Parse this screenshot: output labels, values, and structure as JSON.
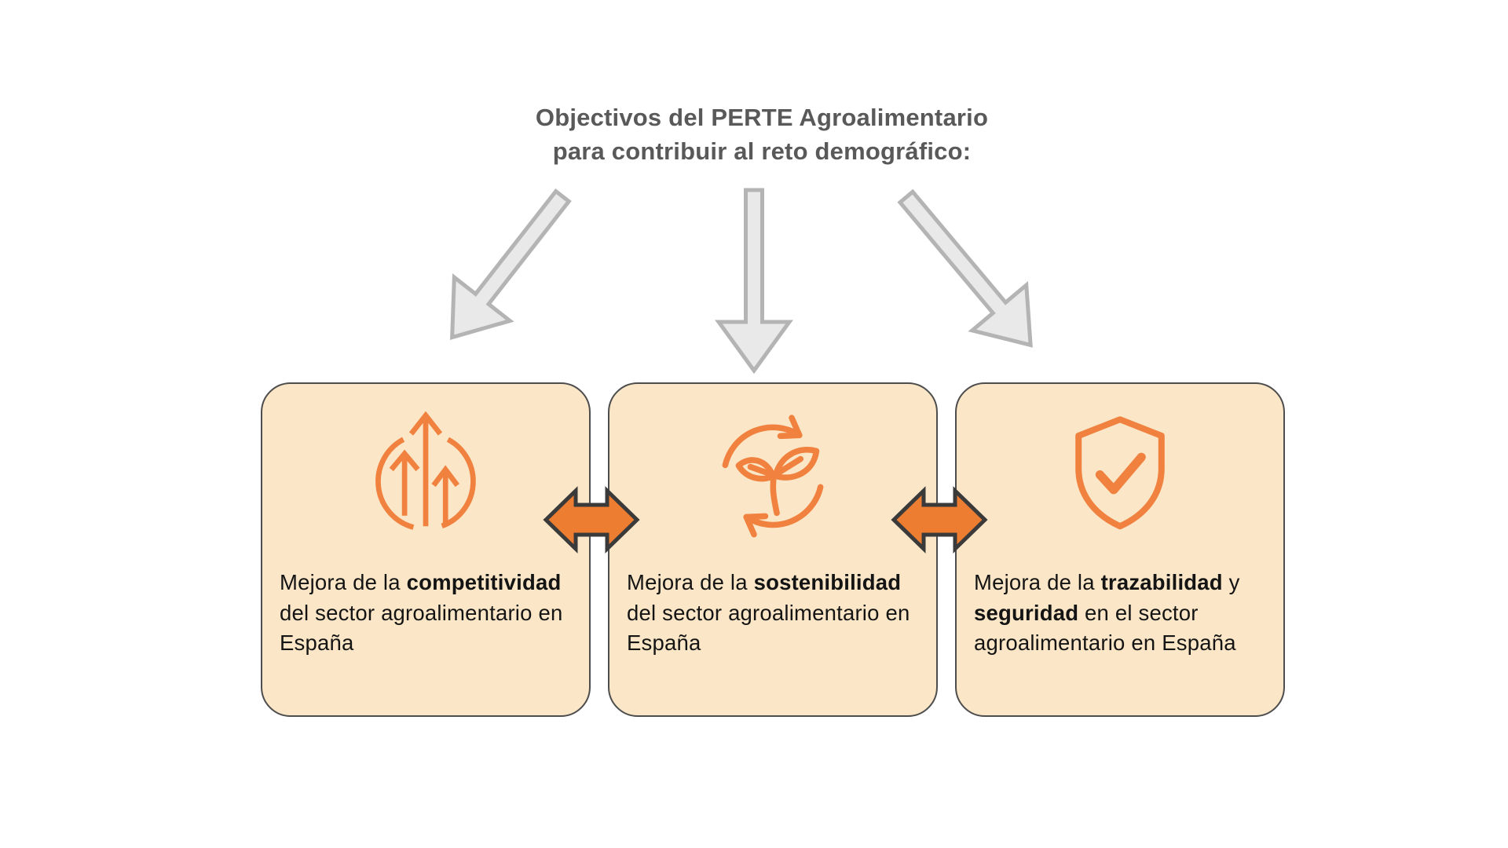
{
  "title": {
    "line1": "Objectivos del PERTE Agroalimentario",
    "line2": "para contribuir al reto demográfico:"
  },
  "flow": {
    "top_arrows": [
      "down-left-arrow",
      "down-arrow",
      "down-right-arrow"
    ],
    "between_cards_connector": "bidirectional-horizontal-arrow"
  },
  "cards": [
    {
      "icon": "growth-arrows-icon",
      "segments": [
        {
          "text": "Mejora de la ",
          "bold": false
        },
        {
          "text": "competitividad",
          "bold": true
        },
        {
          "text": " del sector agroalimentario en España",
          "bold": false
        }
      ]
    },
    {
      "icon": "sustainability-cycle-icon",
      "segments": [
        {
          "text": "Mejora de la ",
          "bold": false
        },
        {
          "text": "sostenibilidad",
          "bold": true
        },
        {
          "text": " del sector agroalimentario en España",
          "bold": false
        }
      ]
    },
    {
      "icon": "shield-check-icon",
      "segments": [
        {
          "text": "Mejora de la ",
          "bold": false
        },
        {
          "text": "trazabilidad",
          "bold": true
        },
        {
          "text": " y ",
          "bold": false
        },
        {
          "text": "seguridad",
          "bold": true
        },
        {
          "text": " en el sector agroalimentario en España",
          "bold": false
        }
      ]
    }
  ],
  "colors": {
    "card_background": "#FBE7C7",
    "card_border": "#4D4D4D",
    "icon_orange": "#F0813F",
    "connector_orange_fill": "#ED7D31",
    "connector_outline": "#3A3A3A",
    "title_gray": "#595959",
    "top_arrow_fill": "#E9E9E9",
    "top_arrow_stroke": "#B4B4B4",
    "body_text": "#141414"
  }
}
